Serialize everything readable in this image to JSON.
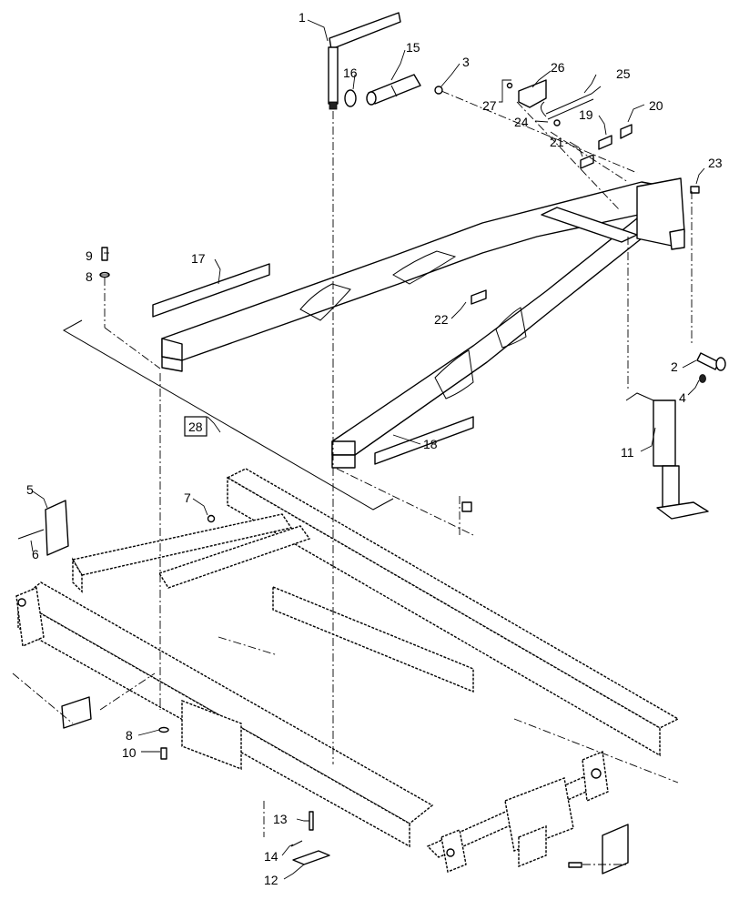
{
  "diagram": {
    "callouts": [
      "1",
      "2",
      "3",
      "4",
      "5",
      "6",
      "7",
      "8",
      "8",
      "9",
      "10",
      "11",
      "12",
      "13",
      "14",
      "15",
      "16",
      "17",
      "18",
      "19",
      "20",
      "21",
      "22",
      "23",
      "24",
      "25",
      "26",
      "27"
    ],
    "boxed_callout": "28"
  }
}
